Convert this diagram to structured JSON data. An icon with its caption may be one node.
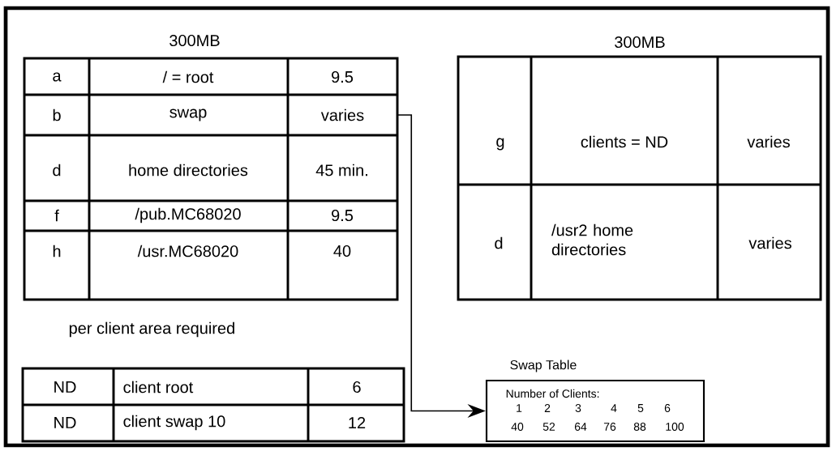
{
  "diagram": {
    "nodes": [
      {
        "text": [
          "300MB"
        ]
      },
      {
        "text": [
          "varies"
        ],
        "in": 0
      },
      {
        "text": [
          "300MB"
        ]
      },
      {
        "text": [
          "per client area required"
        ]
      },
      {
        "text": [
          "Swap Table"
        ]
      }
    ],
    "edges": [
      {
        "from": 1,
        "to": 4,
        "arrow": "to"
      }
    ],
    "labels": [
      "a",
      "/ = root",
      "9.5",
      "b",
      "swap",
      "d",
      "home directories",
      "45 min.",
      "f",
      "/pub.MC68020",
      "9.5",
      "h",
      "/usr.MC68020",
      "40",
      "g",
      "clients = ND",
      "varies",
      "d",
      "/usr2 home directories",
      "varies",
      "ND",
      "client root",
      "6",
      "ND",
      "client swap 10",
      "12",
      "Number of Clients:",
      "1",
      "2",
      "3",
      "4",
      "5",
      "6",
      "40",
      "52",
      "64",
      "76",
      "88",
      "100"
    ]
  }
}
